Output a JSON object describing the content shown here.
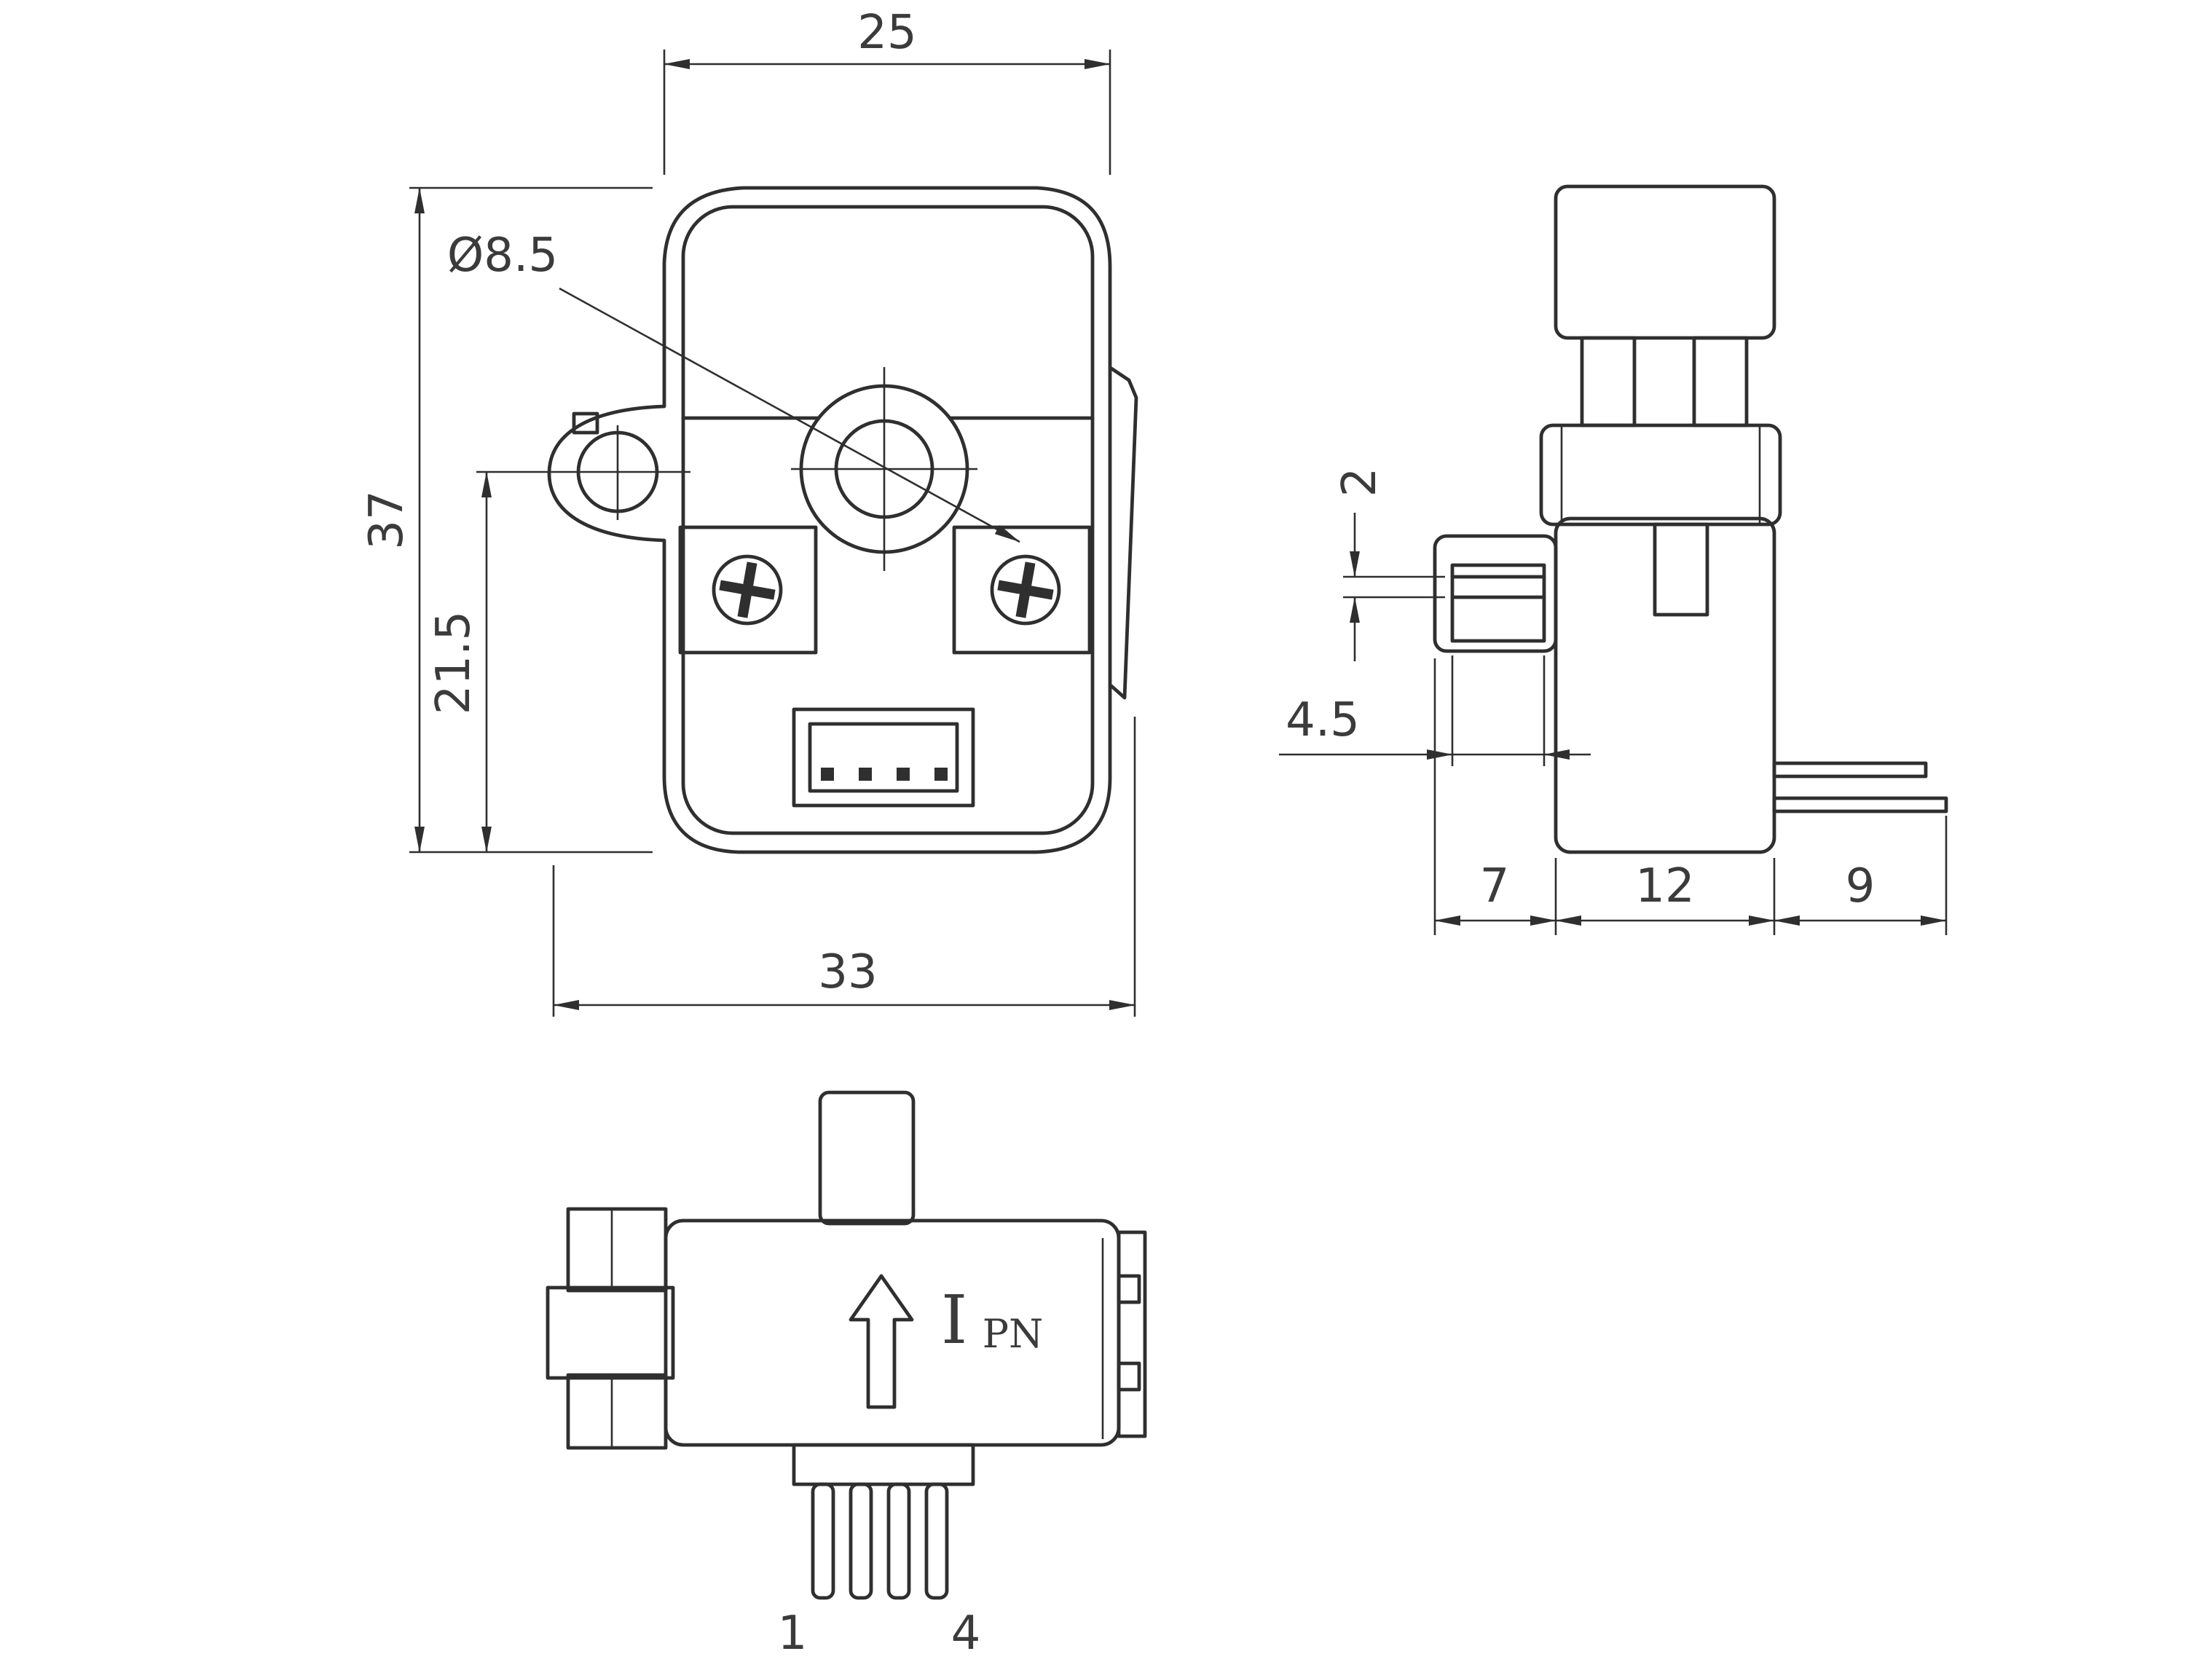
{
  "colors": {
    "background": "#ffffff",
    "line": "#2f2f2f",
    "text": "#3b3b3b"
  },
  "front_view": {
    "dim_top_width": "25",
    "dim_overall_height": "37",
    "dim_center_height": "21.5",
    "dim_overall_width": "33",
    "hole_diameter": "Ø8.5"
  },
  "side_view": {
    "dim_slot_thickness": "2",
    "dim_boss_width": "4.5",
    "dim_left_depth": "7",
    "dim_body_depth": "12",
    "dim_pin_length": "9"
  },
  "bottom_view": {
    "current_symbol": "I",
    "current_subscript": "PN",
    "pin_label_first": "1",
    "pin_label_last": "4"
  }
}
